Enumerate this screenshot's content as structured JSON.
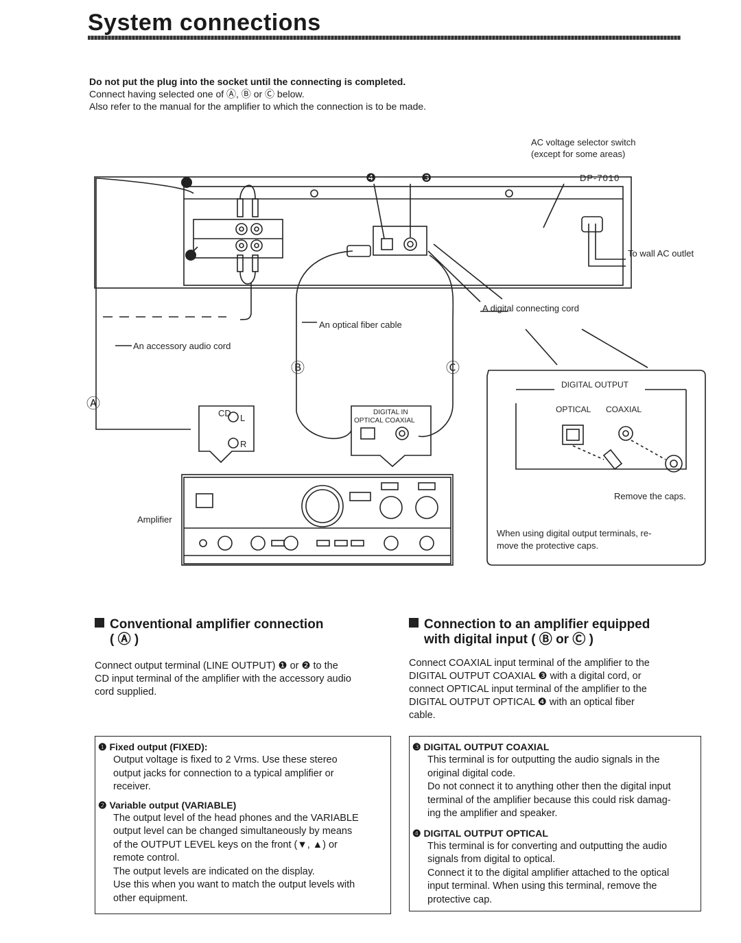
{
  "header": {
    "title": "System connections"
  },
  "intro": {
    "warning": "Do not put the plug into the socket until the connecting is completed.",
    "line2": "Connect having selected one of Ⓐ, Ⓑ or Ⓒ below.",
    "line3": "Also refer to the manual for the amplifier to which the connection is to be made."
  },
  "diagram": {
    "ac_switch_1": "AC voltage selector switch",
    "ac_switch_2": "(except for some areas)",
    "model": "DP-7010",
    "wall_outlet": "To wall AC outlet",
    "digital_cord": "A digital connecting cord",
    "optical_cable": "An optical fiber cable",
    "audio_cord": "An accessory audio cord",
    "marker_a": "Ⓐ",
    "marker_b": "Ⓑ",
    "marker_c": "Ⓒ",
    "cd": "CD",
    "left": "L",
    "right": "R",
    "digital_in": "DIGITAL IN",
    "optical_coaxial": "OPTICAL COAXIAL",
    "amplifier": "Amplifier",
    "digital_output": "DIGITAL OUTPUT",
    "optical": "OPTICAL",
    "coaxial": "COAXIAL",
    "remove_caps": "Remove the caps.",
    "note_1": "When using digital output terminals, re-",
    "note_2": "move the protective caps.",
    "n1": "❶",
    "n2": "❷",
    "n3": "❸",
    "n4": "❹"
  },
  "left_section": {
    "heading_1": "Conventional amplifier connection",
    "heading_2": "( Ⓐ )",
    "body": [
      "Connect output terminal (LINE OUTPUT) ❶ or ❷ to the",
      "CD input terminal of the amplifier with the accessory audio",
      "cord supplied."
    ],
    "box": {
      "h1": "❶ Fixed output (FIXED):",
      "p1": [
        "Output voltage is fixed to 2 Vrms. Use these stereo",
        "output jacks for connection to a typical amplifier or",
        "receiver."
      ],
      "h2": "❷ Variable output (VARIABLE)",
      "p2": [
        "The output level of the head phones and the VARIABLE",
        "output level can be changed simultaneously by means",
        "of the OUTPUT LEVEL keys on the front (▼, ▲) or",
        "remote control.",
        "The output levels are indicated on the display.",
        "Use this when you want to match the output levels with",
        "other equipment."
      ]
    }
  },
  "right_section": {
    "heading_1": "Connection to an amplifier equipped",
    "heading_2": "with digital input ( Ⓑ or Ⓒ )",
    "body": [
      "Connect COAXIAL input terminal of the amplifier to the",
      "DIGITAL OUTPUT COAXIAL ❸ with a digital cord, or",
      "connect OPTICAL input terminal of the amplifier to the",
      "DIGITAL OUTPUT OPTICAL ❹ with an optical fiber",
      "cable."
    ],
    "box": {
      "h1": "❸ DIGITAL OUTPUT COAXIAL",
      "p1": [
        "This terminal is for outputting the audio signals in the",
        "original digital code.",
        "Do not connect it to anything other then the digital input",
        "terminal of the amplifier because this could risk damag-",
        "ing the amplifier and speaker."
      ],
      "h2": "❹ DIGITAL OUTPUT OPTICAL",
      "p2": [
        "This terminal is for converting and outputting the audio",
        "signals from digital to optical.",
        "Connect it to the digital amplifier attached to the optical",
        "input terminal. When using this terminal, remove the",
        "protective cap."
      ]
    }
  }
}
